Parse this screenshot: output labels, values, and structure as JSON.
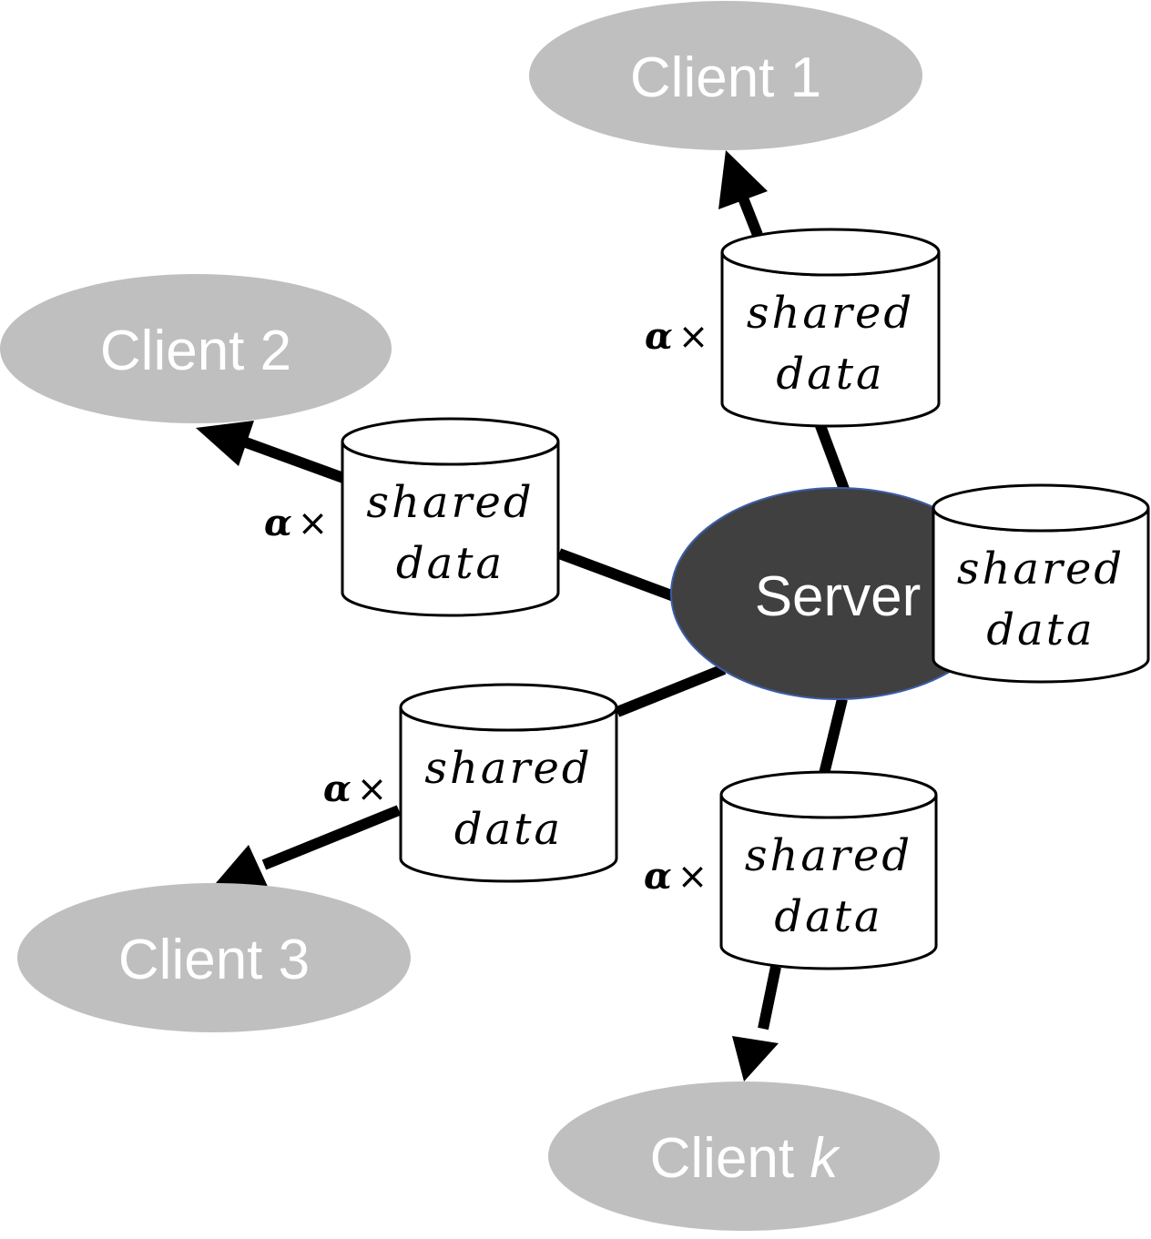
{
  "server": {
    "label": "Server",
    "color": "#404040",
    "stroke": "#3b5ea8"
  },
  "client_color": "#bfbfbf",
  "clients": [
    {
      "id": "c1",
      "label": "Client 1"
    },
    {
      "id": "c2",
      "label": "Client 2"
    },
    {
      "id": "c3",
      "label": "Client 3"
    },
    {
      "id": "ck",
      "label": "Client ",
      "suffix": "k"
    }
  ],
  "databases": [
    {
      "id": "db-server",
      "line1": "shared",
      "line2": "data"
    },
    {
      "id": "db-c1",
      "line1": "shared",
      "line2": "data",
      "alpha": "α",
      "times": "×"
    },
    {
      "id": "db-c2",
      "line1": "shared",
      "line2": "data",
      "alpha": "α",
      "times": "×"
    },
    {
      "id": "db-c3",
      "line1": "shared",
      "line2": "data",
      "alpha": "α",
      "times": "×"
    },
    {
      "id": "db-ck",
      "line1": "shared",
      "line2": "data",
      "alpha": "α",
      "times": "×"
    }
  ]
}
